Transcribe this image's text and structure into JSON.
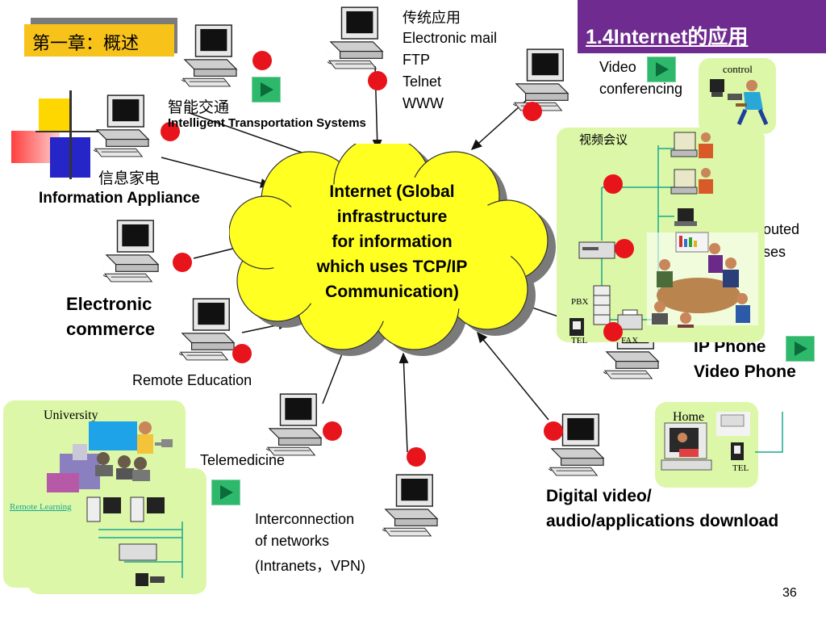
{
  "header": {
    "chapter_label": "第一章：概述",
    "section_title": "1.4Internet的应用"
  },
  "cloud": {
    "line1": "Internet (Global",
    "line2": "infrastructure",
    "line3": "for information",
    "line4": "which uses TCP/IP",
    "line5": "Communication)"
  },
  "labels": {
    "traditional_cn": "传统应用",
    "email": "Electronic mail",
    "ftp": "FTP",
    "telnet": "Telnet",
    "www": "WWW",
    "its_cn": "智能交通",
    "its_en": "Intelligent Transportation Systems",
    "appliance_cn": "信息家电",
    "appliance_en": "Information Appliance",
    "ecommerce_1": "Electronic",
    "ecommerce_2": "commerce",
    "remote_edu": "Remote Education",
    "telemedicine": "Telemedicine",
    "interconnect_1": "Interconnection",
    "interconnect_2": "of networks",
    "interconnect_3": "(Intranets，VPN)",
    "digital_1": "Digital video/",
    "digital_2": "audio/applications download",
    "ipphone": "IP Phone",
    "videophone": "Video Phone",
    "video_1": "Video",
    "video_2": "conferencing",
    "control": "control",
    "vc_cn": "视频会议",
    "distributed_1": "outed",
    "distributed_2": "ses",
    "pbx": "PBX",
    "tel": "TEL",
    "fax": "FAX",
    "home": "Home",
    "home_tel": "TEL",
    "university": "University",
    "remote_learning": "Remote Learning"
  },
  "page_number": "36",
  "colors": {
    "cloud_fill": "#ffff22",
    "title_bg": "#6f2b8f",
    "chapter_bg": "#f7c21a",
    "panel_green": "#ddf7a8",
    "dot_red": "#e8141c",
    "play_green": "#2eb86b"
  }
}
